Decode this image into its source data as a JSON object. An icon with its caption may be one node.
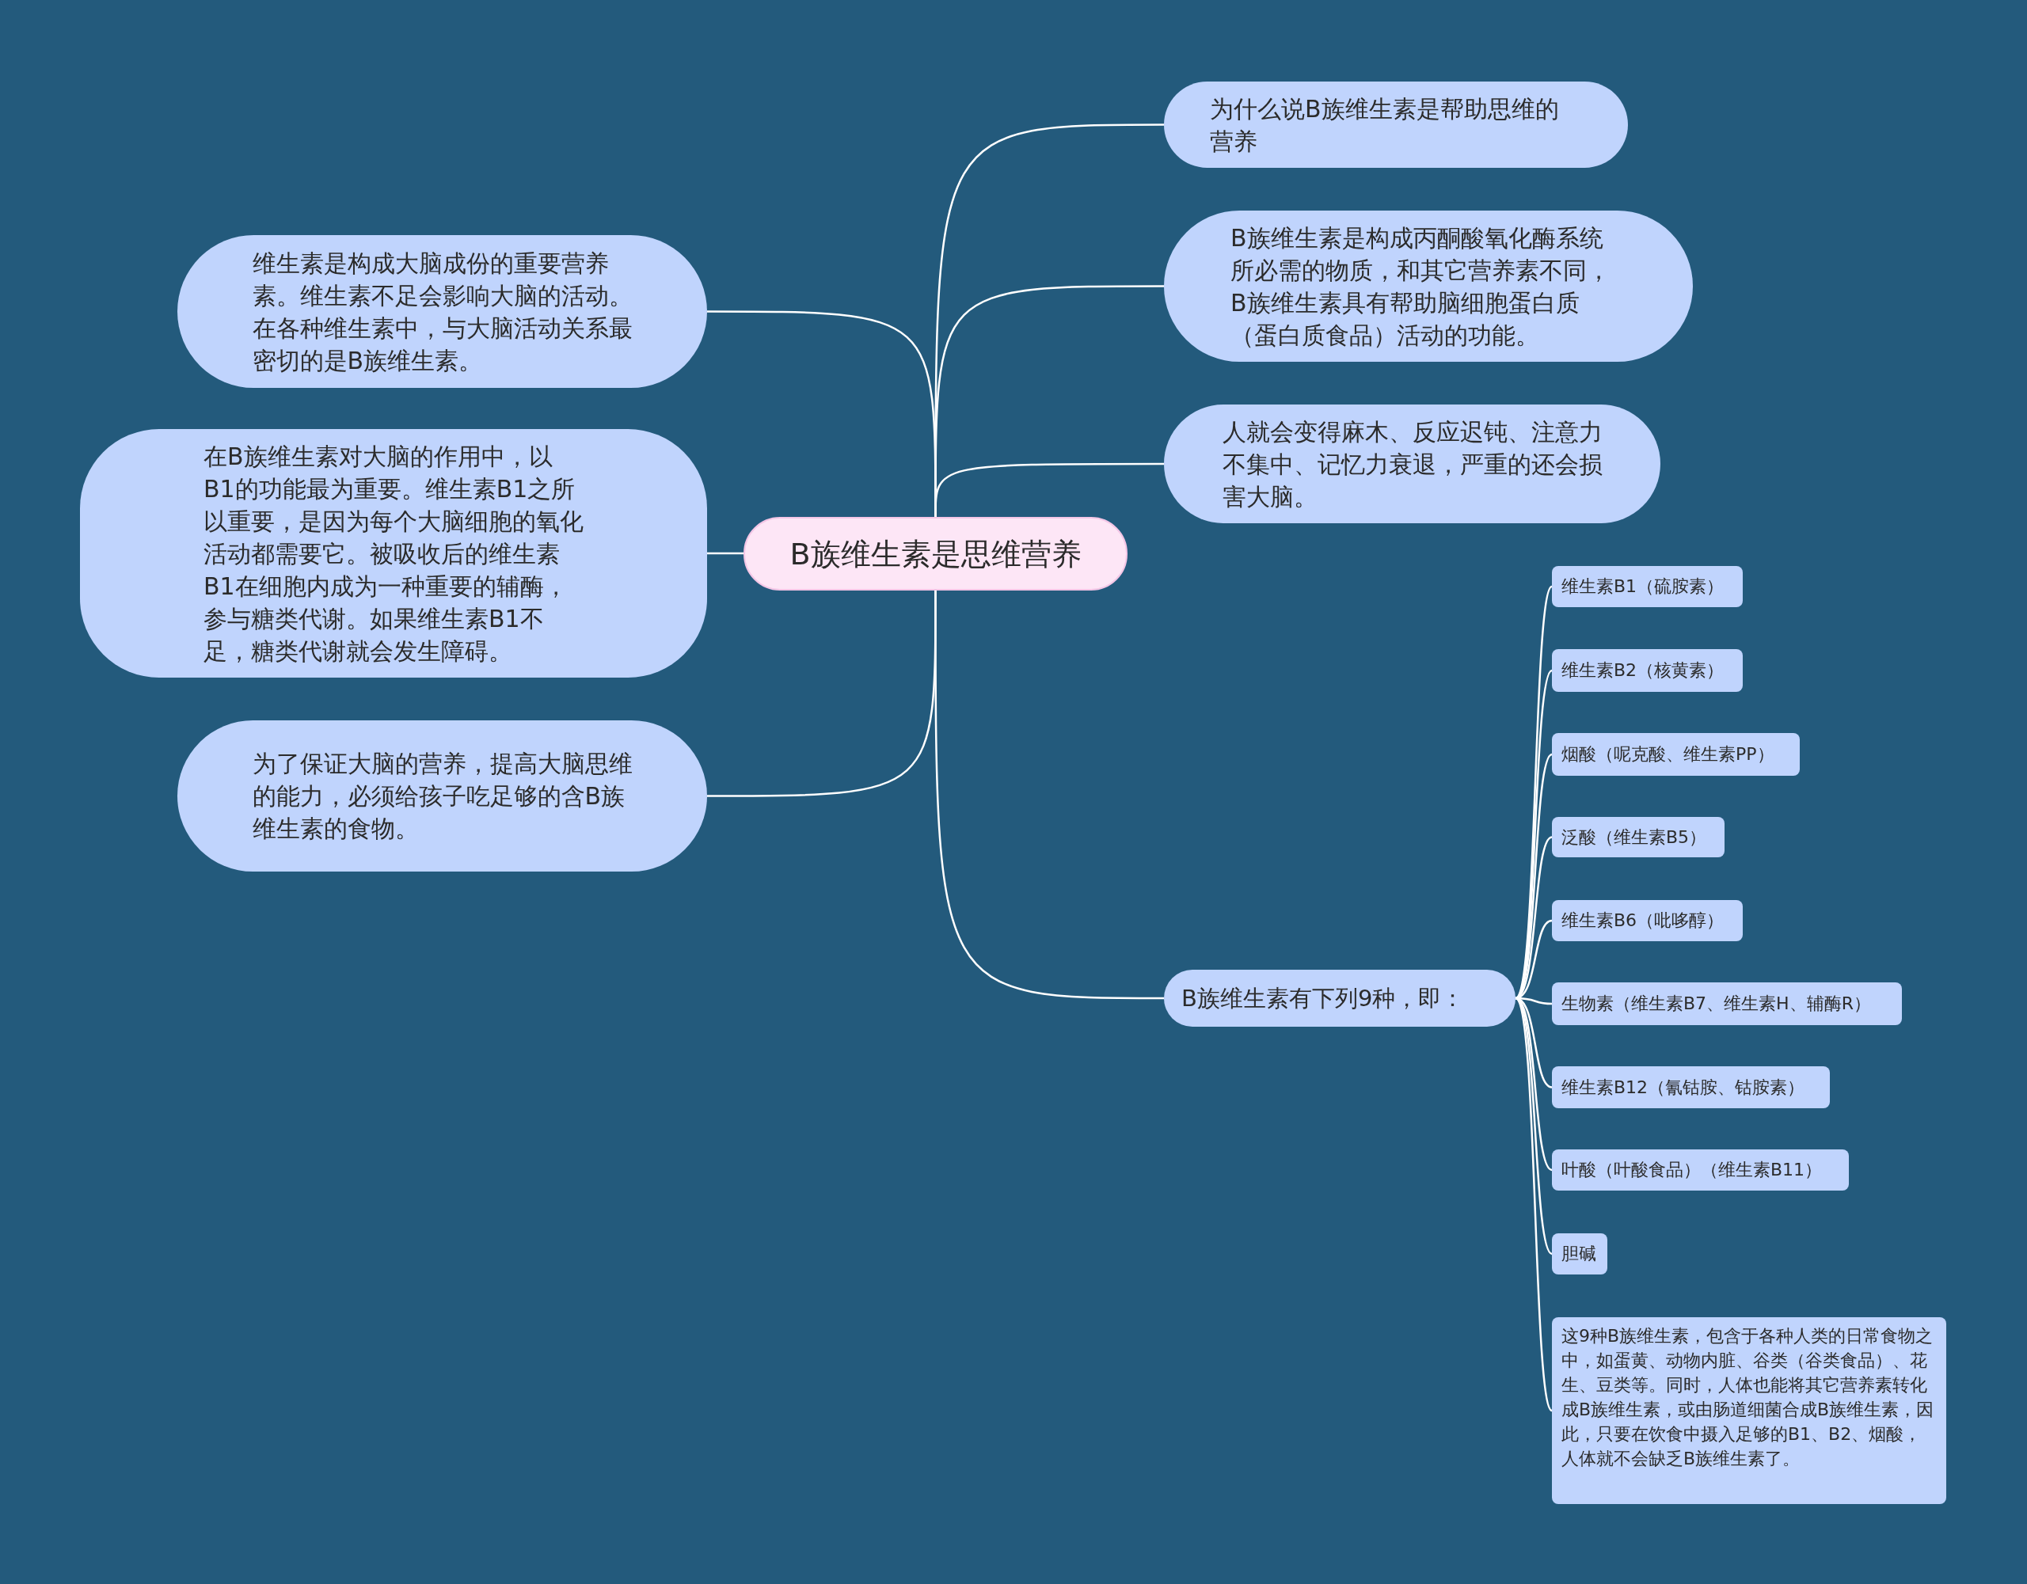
{
  "diagram": {
    "nodes": [
      {
        "text": [
          "B族维生素是思维营养"
        ]
      },
      {
        "text": [
          "为什么说B族维生素是帮助思维的营养"
        ]
      },
      {
        "text": [
          "B族维生素是构成丙酮酸氧化酶系统所必需的物质，和其它营养素不同，B族维生素具有帮助脑细胞蛋白质（蛋白质食品）活动的功能。"
        ]
      },
      {
        "text": [
          "人就会变得麻木、反应迟钝、注意力不集中、记忆力衰退，严重的还会损害大脑。"
        ]
      },
      {
        "text": [
          "B族维生素有下列9种，即："
        ]
      },
      {
        "text": [
          "维生素是构成大脑成份的重要营养素。维生素不足会影响大脑的活动。在各种维生素中，与大脑活动关系最密切的是B族维生素。"
        ]
      },
      {
        "text": [
          "在B族维生素对大脑的作用中，以B1的功能最为重要。维生素B1之所以重要，是因为每个大脑细胞的氧化活动都需要它。被吸收后的维生素B1在细胞内成为一种重要的辅酶，参与糖类代谢。如果维生素B1不足，糖类代谢就会发生障碍。"
        ]
      },
      {
        "text": [
          "为了保证大脑的营养，提高大脑思维的能力，必须给孩子吃足够的含B族维生素的食物。"
        ]
      },
      {
        "text": [
          "维生素B1（硫胺素）"
        ]
      },
      {
        "text": [
          "维生素B2（核黄素）"
        ]
      },
      {
        "text": [
          "烟酸（呢克酸、维生素PP）"
        ]
      },
      {
        "text": [
          "泛酸（维生素B5）"
        ]
      },
      {
        "text": [
          "维生素B6（吡哆醇）"
        ]
      },
      {
        "text": [
          "生物素（维生素B7、维生素H、辅酶R）"
        ]
      },
      {
        "text": [
          "维生素B12（氰钴胺、钴胺素）"
        ]
      },
      {
        "text": [
          "叶酸（叶酸食品）（维生素B11）"
        ]
      },
      {
        "text": [
          "胆碱"
        ]
      },
      {
        "text": [
          "这9种B族维生素，包含于各种人类的日常食物之中，如蛋黄、动物内脏、谷类（谷类食品）、花生、豆类等。同时，人体也能将其它营养素转化成B族维生素，或由肠道细菌合成B族维生素，因此，只要在饮食中摄入足够的B1、B2、烟酸，人体就不会缺乏B族维生素了。"
        ]
      }
    ],
    "edges": [
      {
        "from": 0,
        "to": 1,
        "arrow": "none"
      },
      {
        "from": 0,
        "to": 2,
        "arrow": "none"
      },
      {
        "from": 0,
        "to": 3,
        "arrow": "none"
      },
      {
        "from": 0,
        "to": 4,
        "arrow": "none"
      },
      {
        "from": 0,
        "to": 5,
        "arrow": "none"
      },
      {
        "from": 0,
        "to": 6,
        "arrow": "none"
      },
      {
        "from": 0,
        "to": 7,
        "arrow": "none"
      },
      {
        "from": 4,
        "to": 8,
        "arrow": "none"
      },
      {
        "from": 4,
        "to": 9,
        "arrow": "none"
      },
      {
        "from": 4,
        "to": 10,
        "arrow": "none"
      },
      {
        "from": 4,
        "to": 11,
        "arrow": "none"
      },
      {
        "from": 4,
        "to": 12,
        "arrow": "none"
      },
      {
        "from": 4,
        "to": 13,
        "arrow": "none"
      },
      {
        "from": 4,
        "to": 14,
        "arrow": "none"
      },
      {
        "from": 4,
        "to": 15,
        "arrow": "none"
      },
      {
        "from": 4,
        "to": 16,
        "arrow": "none"
      },
      {
        "from": 4,
        "to": 17,
        "arrow": "none"
      }
    ]
  }
}
